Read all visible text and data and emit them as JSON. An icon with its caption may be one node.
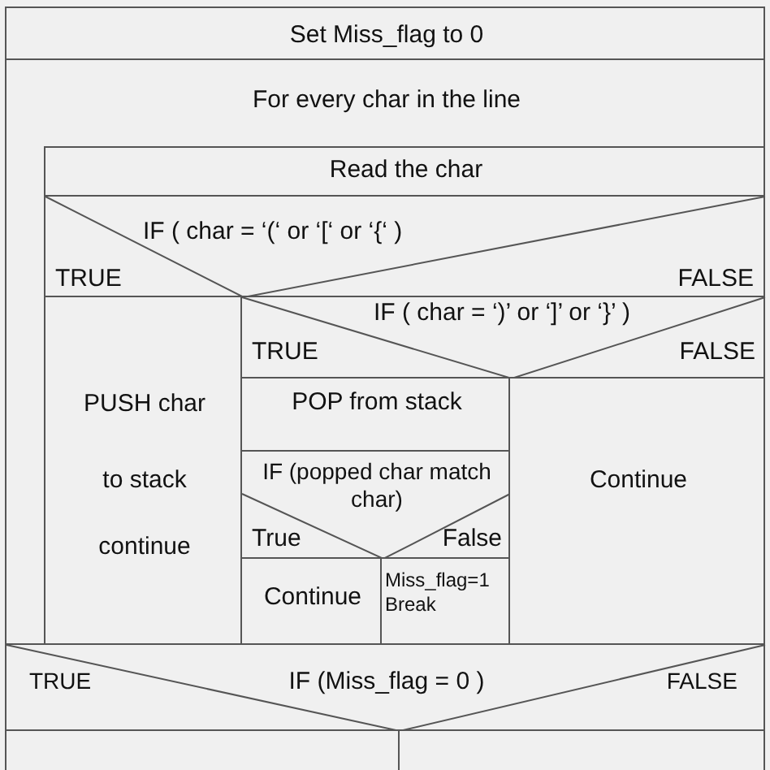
{
  "diagram": {
    "nodes": [
      {
        "text": [
          "Set Miss_flag to 0"
        ]
      },
      {
        "text": [
          "For every char in the line"
        ]
      },
      {
        "text": [
          "Read the char"
        ],
        "in": 1
      },
      {
        "text": [
          "IF ( char = ‘(‘ or ‘[‘ or ‘{‘ )",
          "TRUE",
          "FALSE"
        ],
        "in": 1
      },
      {
        "text": [
          "PUSH char",
          "to stack",
          "continue"
        ],
        "in": 1
      },
      {
        "text": [
          "IF ( char = ‘)’ or ‘]’ or ‘}’ )",
          "TRUE",
          "FALSE"
        ],
        "in": 1
      },
      {
        "text": [
          "POP from stack"
        ],
        "in": 1
      },
      {
        "text": [
          "IF (popped char match char)",
          "True",
          "False"
        ],
        "in": 1
      },
      {
        "text": [
          "Continue"
        ],
        "in": 1
      },
      {
        "text": [
          "Miss_flag=1 Break"
        ],
        "in": 1
      },
      {
        "text": [
          "Continue"
        ],
        "in": 1
      },
      {
        "text": [
          "TRUE",
          "IF (Miss_flag = 0 )",
          "FALSE"
        ]
      },
      {
        "text": [],
        "shape": "box"
      },
      {
        "text": [],
        "shape": "box"
      }
    ]
  }
}
